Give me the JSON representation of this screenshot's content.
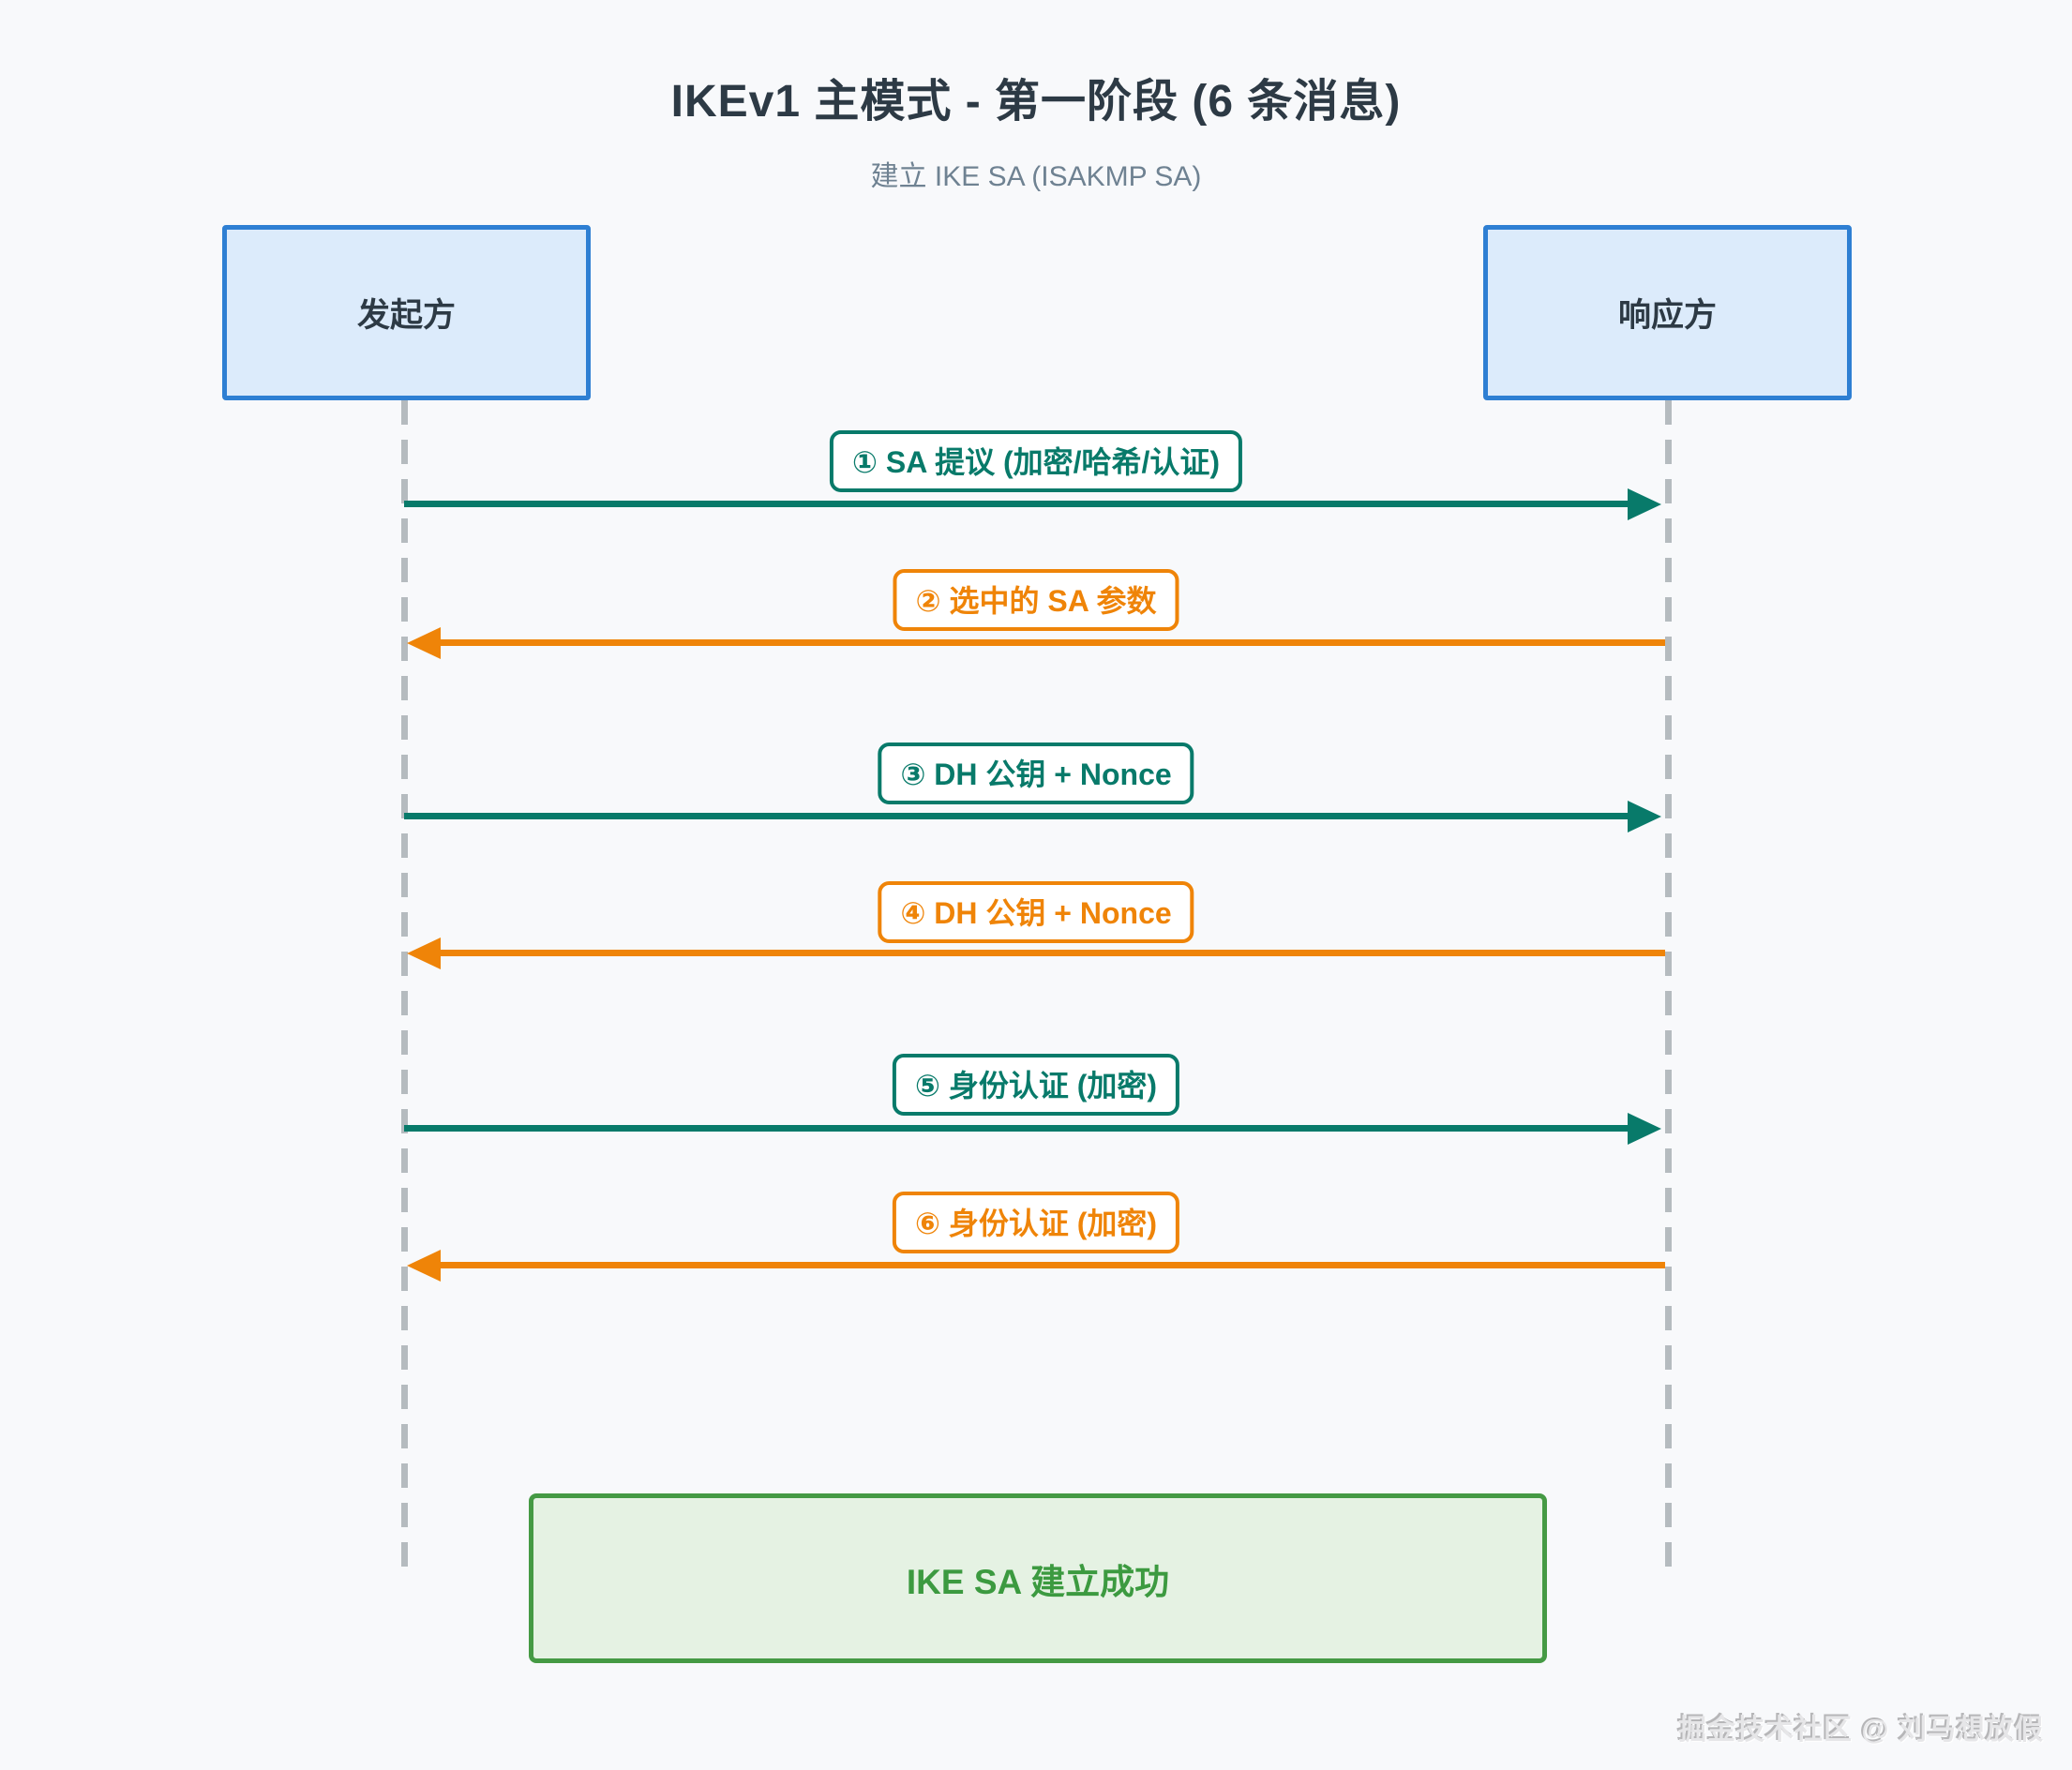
{
  "page": {
    "title": "IKEv1 主模式 - 第一阶段 (6 条消息)",
    "subtitle": "建立 IKE SA (ISAKMP SA)",
    "watermark": "掘金技术社区 @ 刘马想放假"
  },
  "actors": [
    {
      "id": "initiator",
      "label": "发起方"
    },
    {
      "id": "responder",
      "label": "响应方"
    }
  ],
  "messages": [
    {
      "seq": 1,
      "label": "① SA 提议 (加密/哈希/认证)",
      "from": "发起方",
      "to": "响应方",
      "direction": "right",
      "color": "teal"
    },
    {
      "seq": 2,
      "label": "② 选中的 SA 参数",
      "from": "响应方",
      "to": "发起方",
      "direction": "left",
      "color": "orange"
    },
    {
      "seq": 3,
      "label": "③ DH 公钥 + Nonce",
      "from": "发起方",
      "to": "响应方",
      "direction": "right",
      "color": "teal"
    },
    {
      "seq": 4,
      "label": "④ DH 公钥 + Nonce",
      "from": "响应方",
      "to": "发起方",
      "direction": "left",
      "color": "orange"
    },
    {
      "seq": 5,
      "label": "⑤ 身份认证 (加密)",
      "from": "发起方",
      "to": "响应方",
      "direction": "right",
      "color": "teal"
    },
    {
      "seq": 6,
      "label": "⑥ 身份认证 (加密)",
      "from": "响应方",
      "to": "发起方",
      "direction": "left",
      "color": "orange"
    }
  ],
  "note": {
    "label": "IKE SA 建立成功"
  },
  "colors": {
    "page_bg": "#f8f9fb",
    "title_color": "#2d3a45",
    "subtitle_color": "#6f8292",
    "actor_fill": "#dcebfb",
    "actor_border": "#2e7fd3",
    "lifeline_color": "#b5bbbf",
    "teal": "#087a6a",
    "orange": "#ef8408",
    "note_fill": "#e5f2e3",
    "note_border": "#459a44",
    "note_text": "#3c9a40"
  }
}
